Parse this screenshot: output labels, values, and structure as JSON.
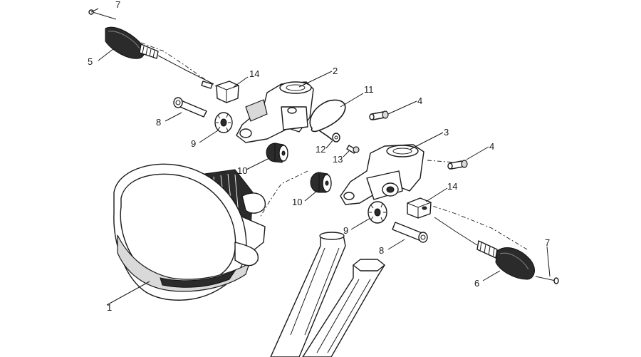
{
  "callouts": {
    "c1": "1",
    "c2": "2",
    "c3": "3",
    "c4a": "4",
    "c4b": "4",
    "c5": "5",
    "c6": "6",
    "c7a": "7",
    "c7b": "7",
    "c8a": "8",
    "c8b": "8",
    "c9a": "9",
    "c9b": "9",
    "c10a": "10",
    "c10b": "10",
    "c11": "11",
    "c12": "12",
    "c13": "13",
    "c14a": "14",
    "c14b": "14"
  }
}
